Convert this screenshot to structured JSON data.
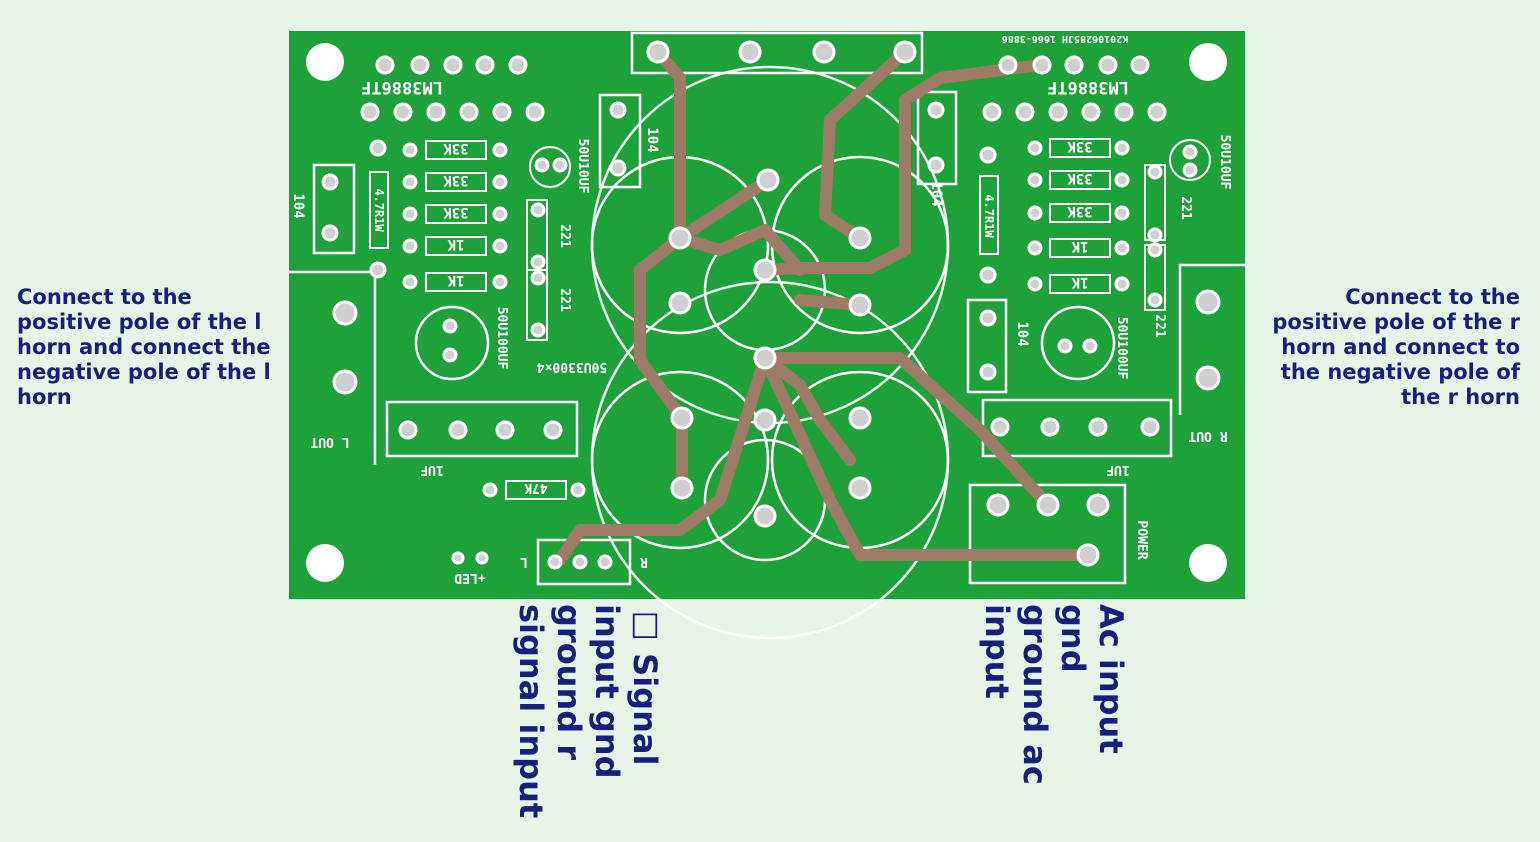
{
  "callouts": {
    "left": "Connect to the\npositive pole of the l\nhorn and connect the\nnegative pole of the l\nhorn",
    "right": "Connect to the\npositive pole of the r\nhorn and connect to\nthe negative pole of\nthe r horn",
    "signal": "□ Signal\ninput gnd\nground r\nsignal input",
    "power": "Ac input\ngnd\nground ac\ninput"
  },
  "silkscreen": {
    "chip_left": "LM3886TF",
    "chip_right": "LM3886TF",
    "board_id": "K20106285JH  1666-3886",
    "cap_104": "104",
    "res_47": "4.7R1W",
    "res_33k": "33K",
    "res_1k": "1K",
    "res_47k": "47K",
    "cap_221": "221",
    "cap_small": "50U10UF",
    "cap_mid": "50U100UF",
    "cap_big": "50U3300×4",
    "cap_1uf": "1UF",
    "l_out": "L OUT",
    "r_out": "R OUT",
    "led": "+LED",
    "in_l": "L",
    "in_r": "R",
    "power": "POWER"
  },
  "colors": {
    "background": "#e6f5e8",
    "board": "#1fa13a",
    "silk": "#ffffff",
    "trace": "#9e7b66",
    "pad": "#c8c8c8",
    "label": "#16207a"
  }
}
